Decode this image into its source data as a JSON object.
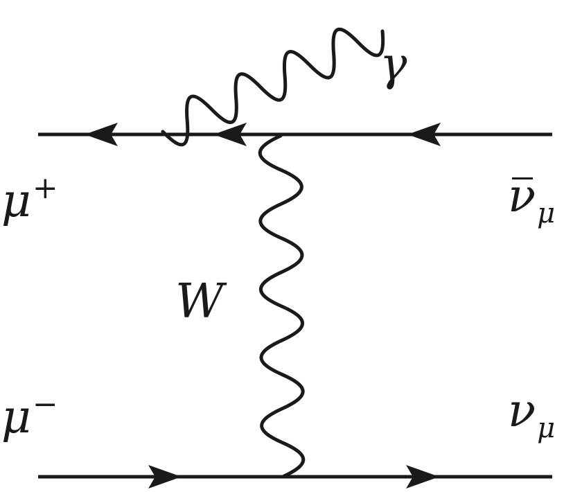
{
  "labels": {
    "mu_plus": {
      "symbol": "μ",
      "superscript": "+"
    },
    "mu_minus": {
      "symbol": "μ",
      "superscript": "−"
    },
    "anti_nu_mu": {
      "symbol": "ν",
      "subscript": "μ"
    },
    "nu_mu": {
      "symbol": "ν",
      "subscript": "μ"
    },
    "w_boson": "W",
    "photon": "γ"
  },
  "colors": {
    "line": "#1a1a1a",
    "background": "#ffffff"
  }
}
